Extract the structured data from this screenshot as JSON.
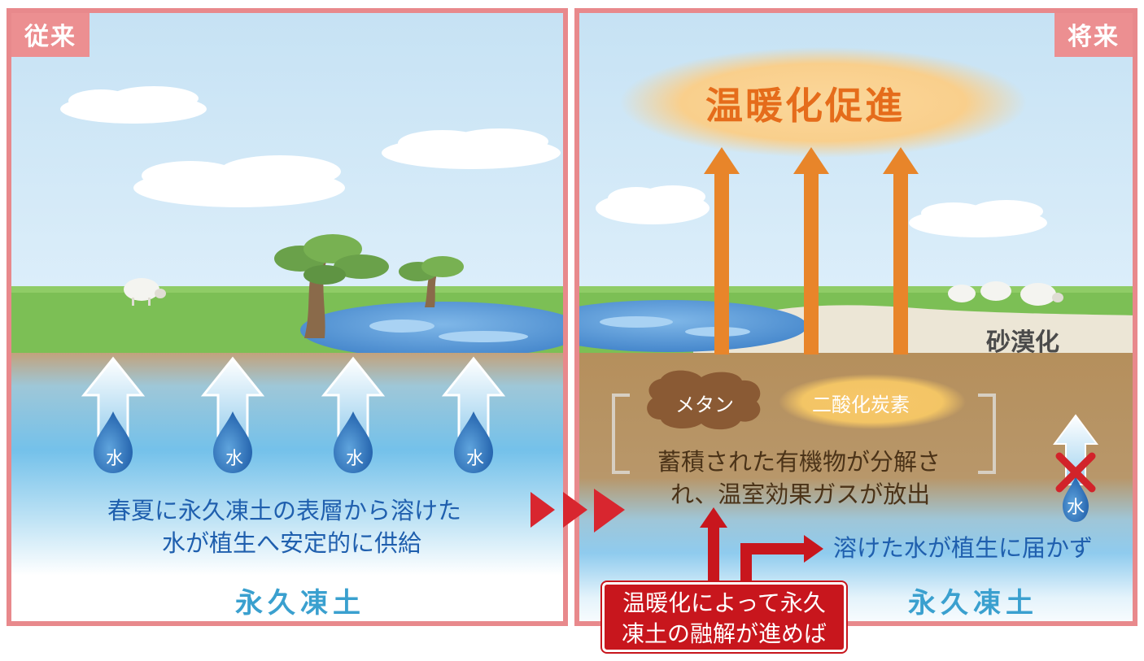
{
  "left_panel": {
    "tag": "従来",
    "description_line1": "春夏に永久凍土の表層から溶けた",
    "description_line2": "水が植生へ安定的に供給",
    "permafrost_label": "永久凍土",
    "water_drop_label": "水"
  },
  "right_panel": {
    "tag": "将来",
    "warming_label": "温暖化促進",
    "desertification_label": "砂漠化",
    "methane_label": "メタン",
    "co2_label": "二酸化炭素",
    "decomposition_line1": "蓄積された有機物が分解さ",
    "decomposition_line2": "れ、温室効果ガスが放出",
    "no_water_label": "溶けた水が植生に届かず",
    "permafrost_label": "永久凍土",
    "water_drop_label": "水"
  },
  "callout": {
    "line1": "温暖化によって永久",
    "line2": "凍土の融解が進めば"
  },
  "colors": {
    "frame": "#e8898c",
    "sky": "#cfe6f5",
    "grass": "#7cbf55",
    "water_text": "#1f5fae",
    "warming_text": "#e56c1b",
    "soil": "#b58f5c",
    "callout_red": "#c8161d"
  }
}
